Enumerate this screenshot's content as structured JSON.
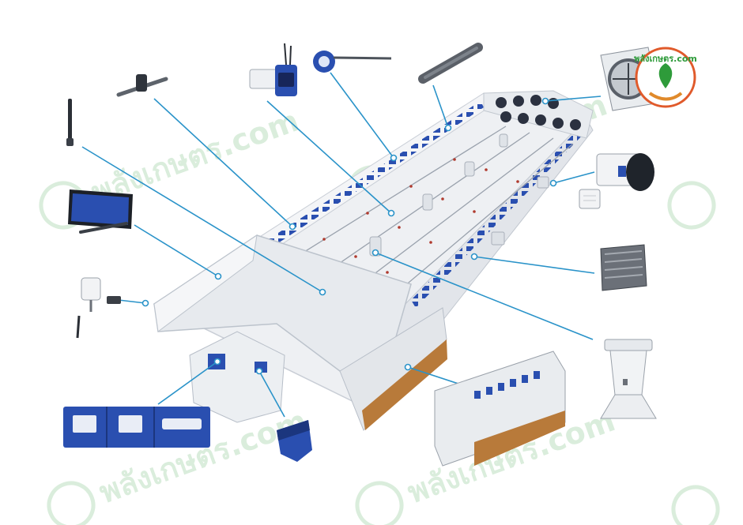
{
  "brand": {
    "logo_text": "พลังเกษตร.com",
    "watermark_text": "พลังเกษตร.com",
    "colors": {
      "leaf": "#2e9b3a",
      "logo_ring": "#e05a2b",
      "callout": "#2a93c9",
      "accent_blue": "#2a4fb0",
      "cooling_pad": "#b87a3a"
    }
  },
  "components": [
    {
      "name": "antenna",
      "icon": "antenna-icon"
    },
    {
      "name": "nozzle-pipe",
      "icon": "nozzle-icon"
    },
    {
      "name": "sensor-module",
      "icon": "sensor-module-icon"
    },
    {
      "name": "rotary-actuator",
      "icon": "actuator-icon"
    },
    {
      "name": "heater-tube",
      "icon": "heater-icon"
    },
    {
      "name": "exhaust-fan",
      "icon": "exhaust-fan-icon"
    },
    {
      "name": "circulation-fan",
      "icon": "circulation-fan-icon"
    },
    {
      "name": "wall-inlet",
      "icon": "wall-inlet-icon"
    },
    {
      "name": "chimney",
      "icon": "chimney-icon"
    },
    {
      "name": "cooling-pad-unit",
      "icon": "cooling-pad-icon"
    },
    {
      "name": "light-trap",
      "icon": "light-trap-icon"
    },
    {
      "name": "control-panel",
      "icon": "control-panel-icon"
    },
    {
      "name": "weather-station",
      "icon": "weather-station-icon"
    },
    {
      "name": "touch-display",
      "icon": "touch-display-icon"
    }
  ]
}
